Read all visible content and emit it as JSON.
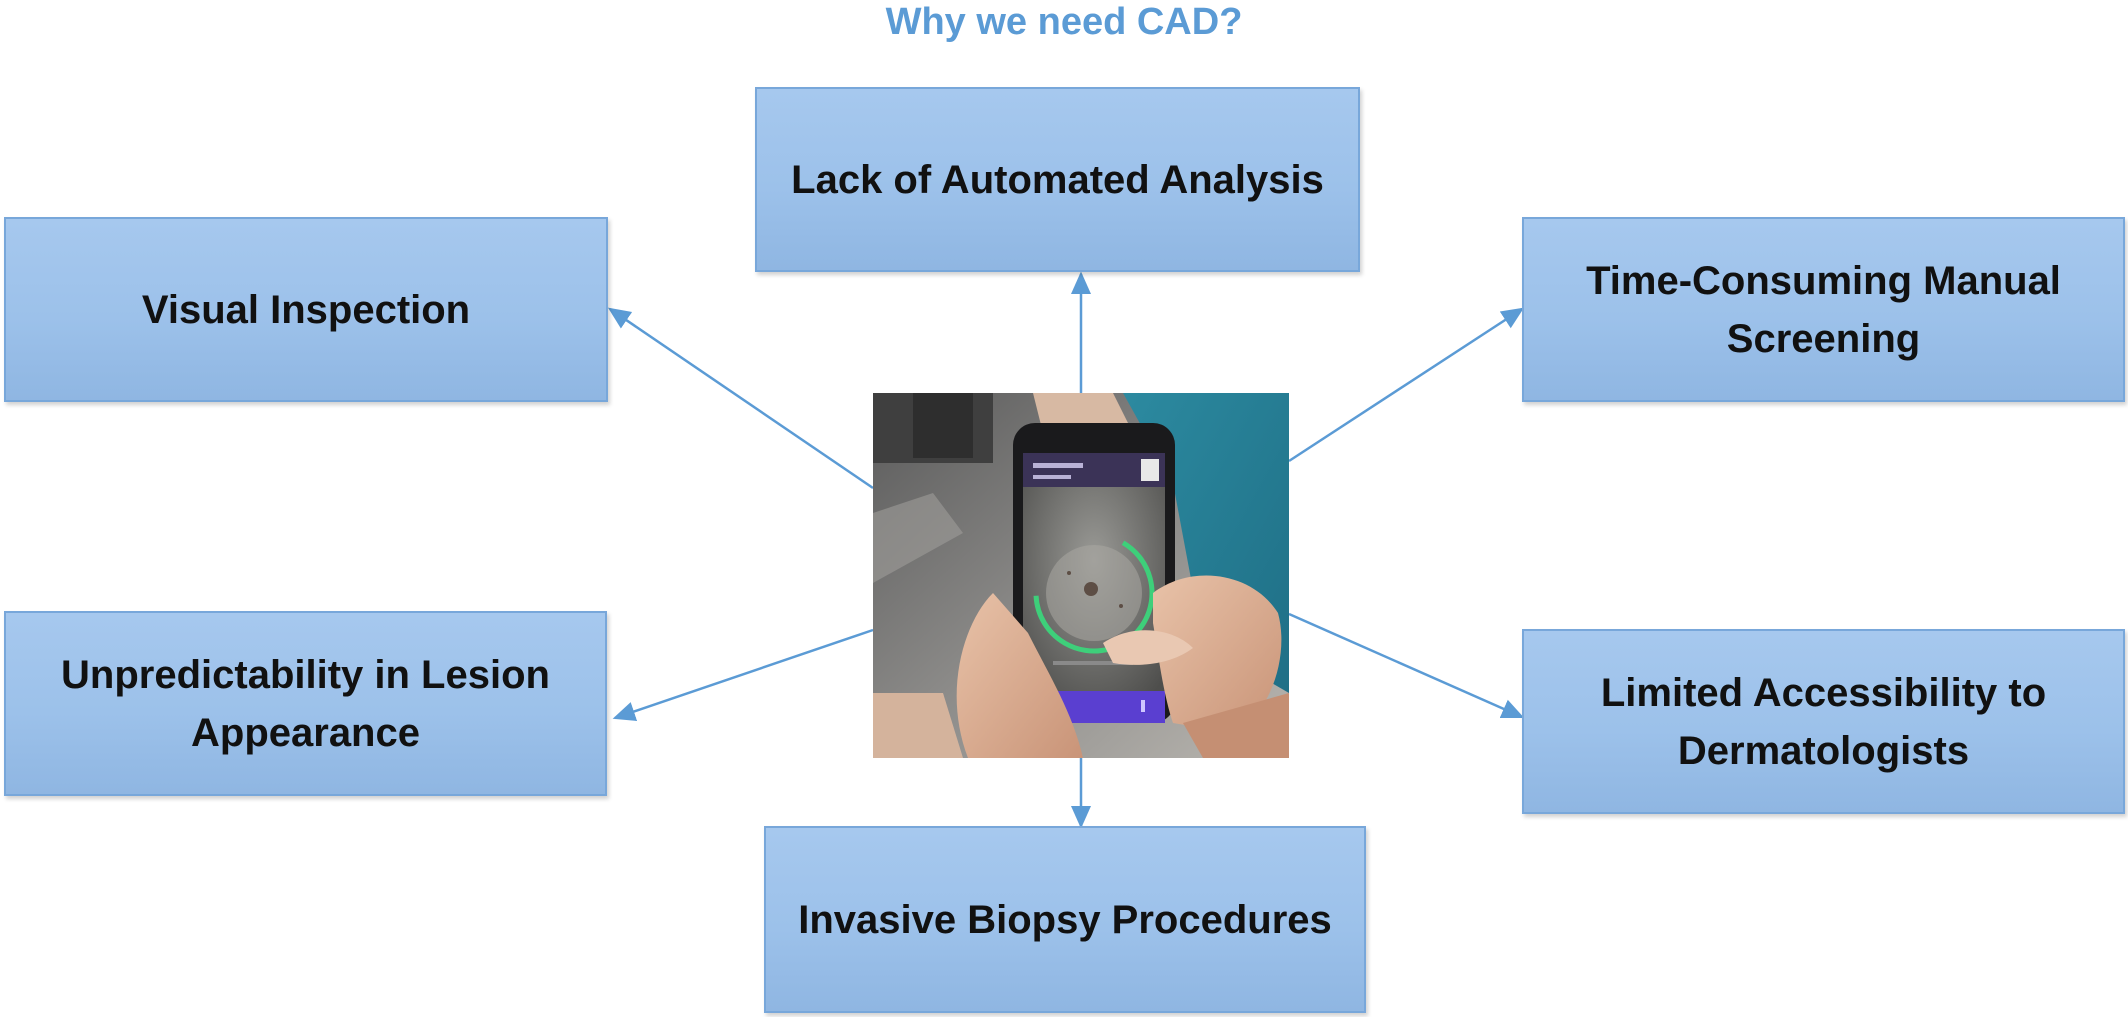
{
  "title": "Why we need CAD?",
  "boxes": {
    "top": "Lack of Automated Analysis",
    "top_left": "Visual Inspection",
    "top_right": "Time-Consuming Manual Screening",
    "bottom_left": "Unpredictability in Lesion Appearance",
    "bottom_right": "Limited Accessibility to Dermatologists",
    "bottom": "Invasive Biopsy Procedures"
  },
  "colors": {
    "title": "#5b9bd5",
    "box_fill": "#9dc3e6",
    "box_border": "#78a7da",
    "arrow": "#5b9bd5",
    "phone_accent": "#5a3fd0",
    "scan_ring": "#3ecf7a"
  },
  "center_image": "smartphone-skin-lesion-scan-photo"
}
